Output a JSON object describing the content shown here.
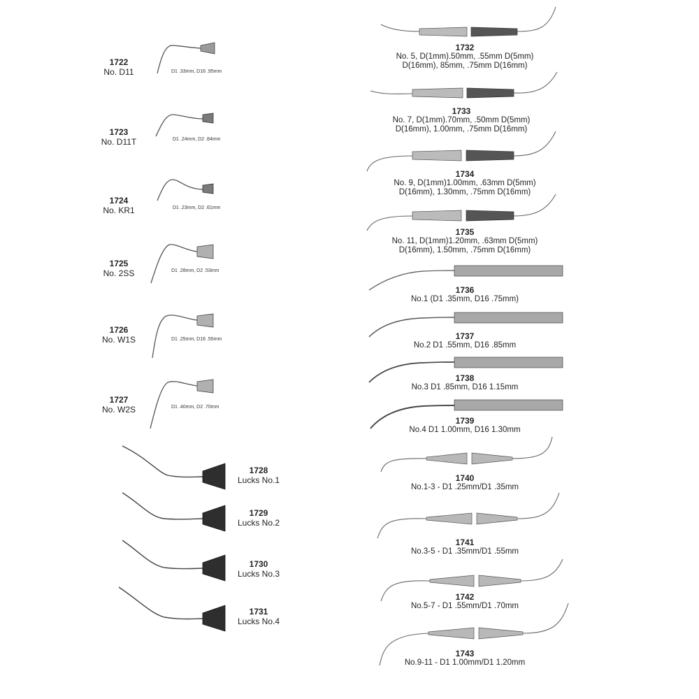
{
  "small_instruments": [
    {
      "code": "1722",
      "name": "No. D11",
      "spec": "D1 .33mm, D16 .95mm"
    },
    {
      "code": "1723",
      "name": "No. D11T",
      "spec": "D1 .24mm, D2 .84mm"
    },
    {
      "code": "1724",
      "name": "No. KR1",
      "spec": "D1 .23mm, D2 .61mm"
    },
    {
      "code": "1725",
      "name": "No. 2SS",
      "spec": "D1 .28mm, D2 .53mm"
    },
    {
      "code": "1726",
      "name": "No. W1S",
      "spec": "D1 .25mm, D16 .55mm"
    },
    {
      "code": "1727",
      "name": "No. W2S",
      "spec": "D1 .40mm, D2 .70mm"
    }
  ],
  "lucks_instruments": [
    {
      "code": "1728",
      "name": "Lucks No.1"
    },
    {
      "code": "1729",
      "name": "Lucks No.2"
    },
    {
      "code": "1730",
      "name": "Lucks No.3"
    },
    {
      "code": "1731",
      "name": "Lucks No.4"
    }
  ],
  "double_instruments": [
    {
      "code": "1732",
      "line1": "No. 5, D(1mm).50mm, .55mm D(5mm)",
      "line2": "D(16mm), 85mm, .75mm D(16mm)"
    },
    {
      "code": "1733",
      "line1": "No. 7, D(1mm).70mm, .50mm D(5mm)",
      "line2": "D(16mm), 1.00mm, .75mm D(16mm)"
    },
    {
      "code": "1734",
      "line1": "No. 9, D(1mm)1.00mm, .63mm D(5mm)",
      "line2": "D(16mm), 1.30mm, .75mm D(16mm)"
    },
    {
      "code": "1735",
      "line1": "No. 11, D(1mm)1.20mm, .63mm D(5mm)",
      "line2": "D(16mm), 1.50mm, .75mm D(16mm)"
    }
  ],
  "single_instruments": [
    {
      "code": "1736",
      "name": "No.1 (D1 .35mm, D16 .75mm)"
    },
    {
      "code": "1737",
      "name": "No.2 D1 .55mm, D16 .85mm"
    },
    {
      "code": "1738",
      "name": "No.3 D1 .85mm, D16 1.15mm"
    },
    {
      "code": "1739",
      "name": "No.4 D1 1.00mm, D16 1.30mm"
    }
  ],
  "tapered_instruments": [
    {
      "code": "1740",
      "name": "No.1-3 - D1 .25mm/D1 .35mm"
    },
    {
      "code": "1741",
      "name": "No.3-5 - D1 .35mm/D1 .55mm"
    },
    {
      "code": "1742",
      "name": "No.5-7 - D1 .55mm/D1 .70mm"
    },
    {
      "code": "1743",
      "name": "No.9-11 - D1 1.00mm/D1 1.20mm"
    }
  ]
}
